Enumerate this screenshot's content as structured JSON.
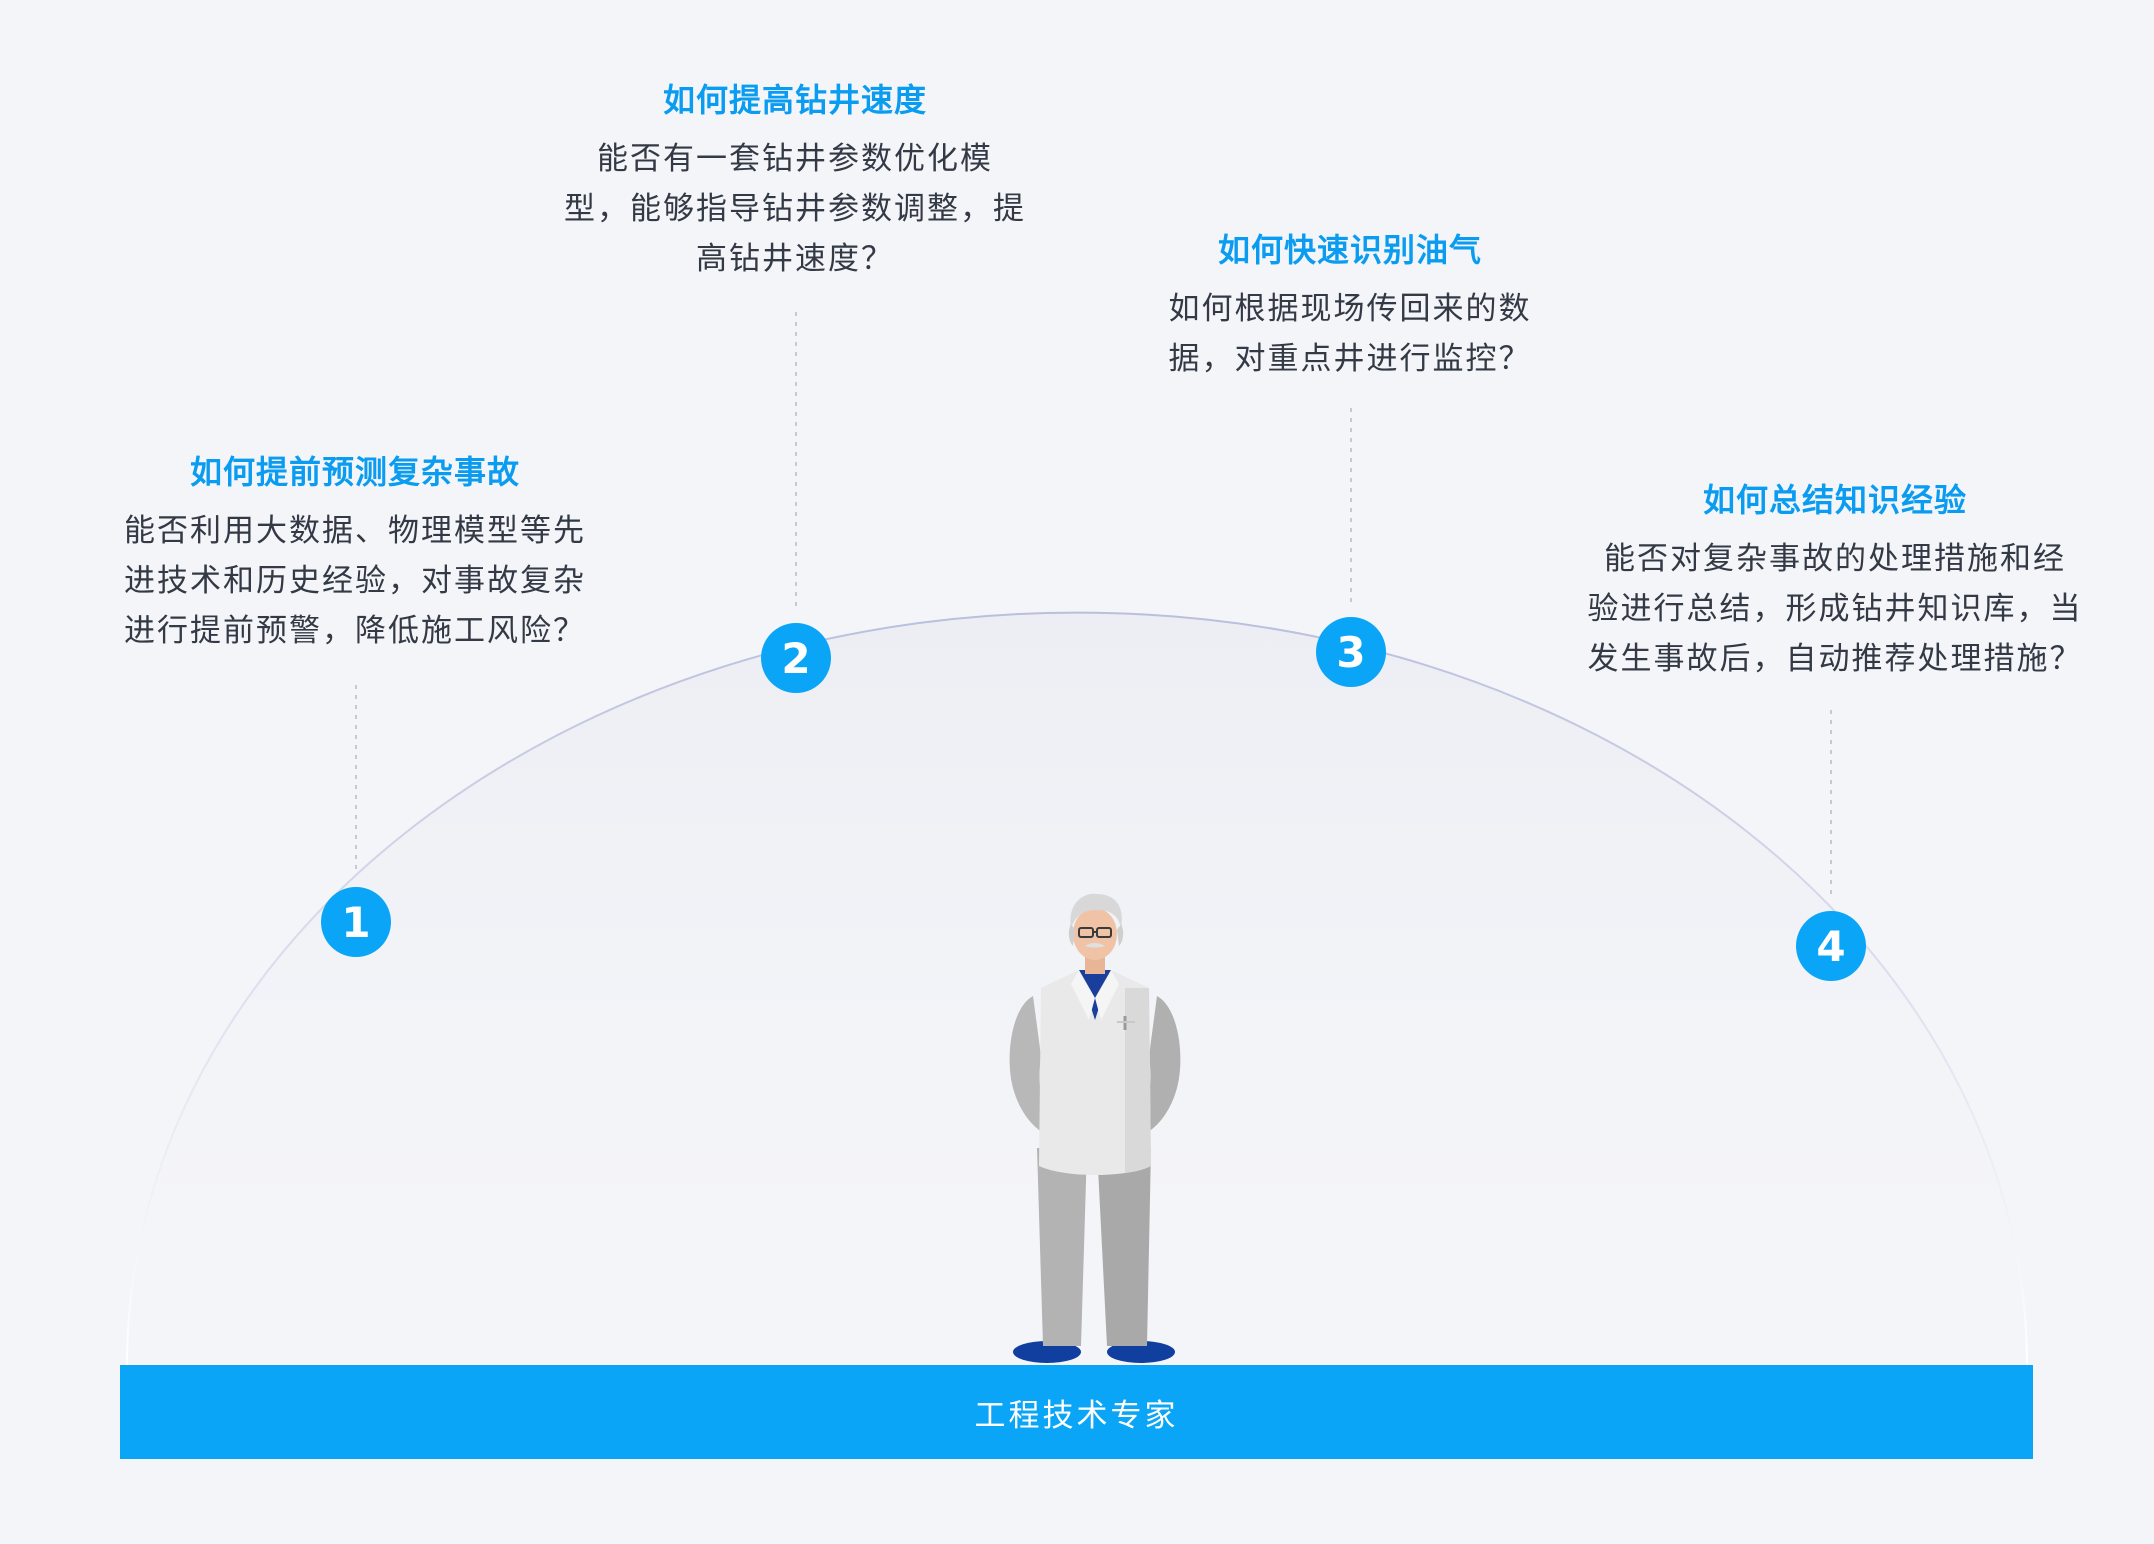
{
  "steps": [
    {
      "number": "1",
      "title": "如何提前预测复杂事故",
      "lines": [
        "能否利用大数据、物理模型等先",
        "进技术和历史经验，对事故复杂",
        "进行提前预警，降低施工风险？"
      ]
    },
    {
      "number": "2",
      "title": "如何提高钻井速度",
      "lines": [
        "能否有一套钻井参数优化模",
        "型，能够指导钻井参数调整，提",
        "高钻井速度？"
      ]
    },
    {
      "number": "3",
      "title": "如何快速识别油气",
      "lines": [
        "如何根据现场传回来的数",
        "据，对重点井进行监控？"
      ]
    },
    {
      "number": "4",
      "title": "如何总结知识经验",
      "lines": [
        "能否对复杂事故的处理措施和经",
        "验进行总结，形成钻井知识库，当",
        "发生事故后，自动推荐处理措施？"
      ]
    }
  ],
  "base": {
    "label": "工程技术专家"
  },
  "colors": {
    "accent": "#0aa5f7",
    "title": "#0a9cf0",
    "text": "#333a45",
    "arc": "#b9bfdd",
    "background": "#f4f5f9",
    "coat": "#e9e9e9",
    "pants": "#b3b3b3",
    "shirt": "#1a3e9c",
    "shoes": "#113f9f"
  },
  "icons": {
    "figure": "engineer-expert-icon"
  }
}
